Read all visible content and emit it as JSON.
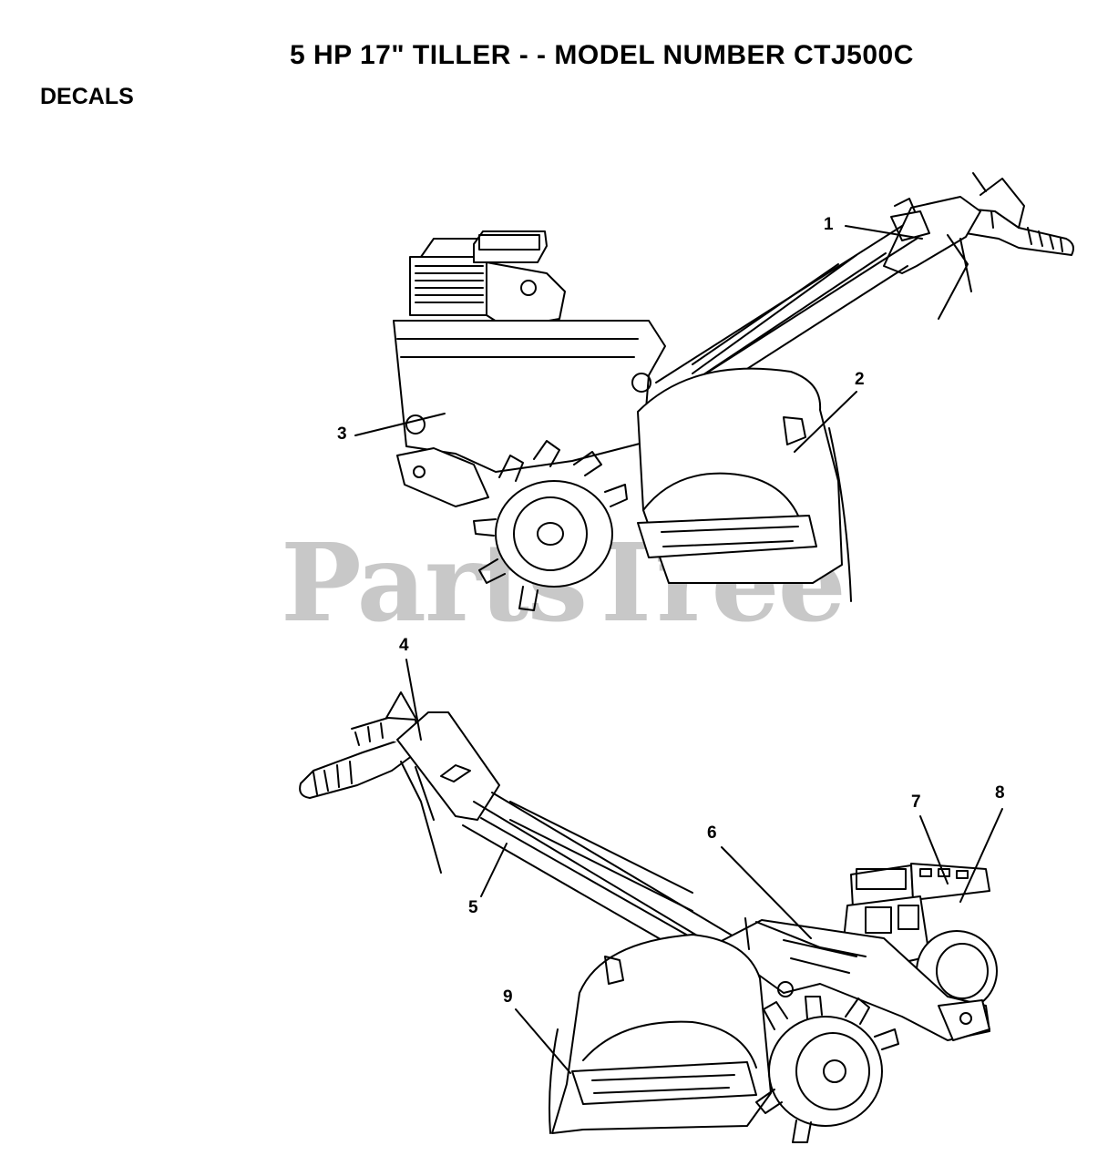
{
  "header": {
    "title": "5 HP 17\" TILLER - - MODEL NUMBER CTJ500C",
    "section": "DECALS"
  },
  "watermark": {
    "text": "PartsTree",
    "color": "#c8c8c8"
  },
  "callouts": [
    "1",
    "2",
    "3",
    "4",
    "5",
    "6",
    "7",
    "8",
    "9"
  ],
  "colors": {
    "line": "#000000",
    "background": "#ffffff"
  }
}
